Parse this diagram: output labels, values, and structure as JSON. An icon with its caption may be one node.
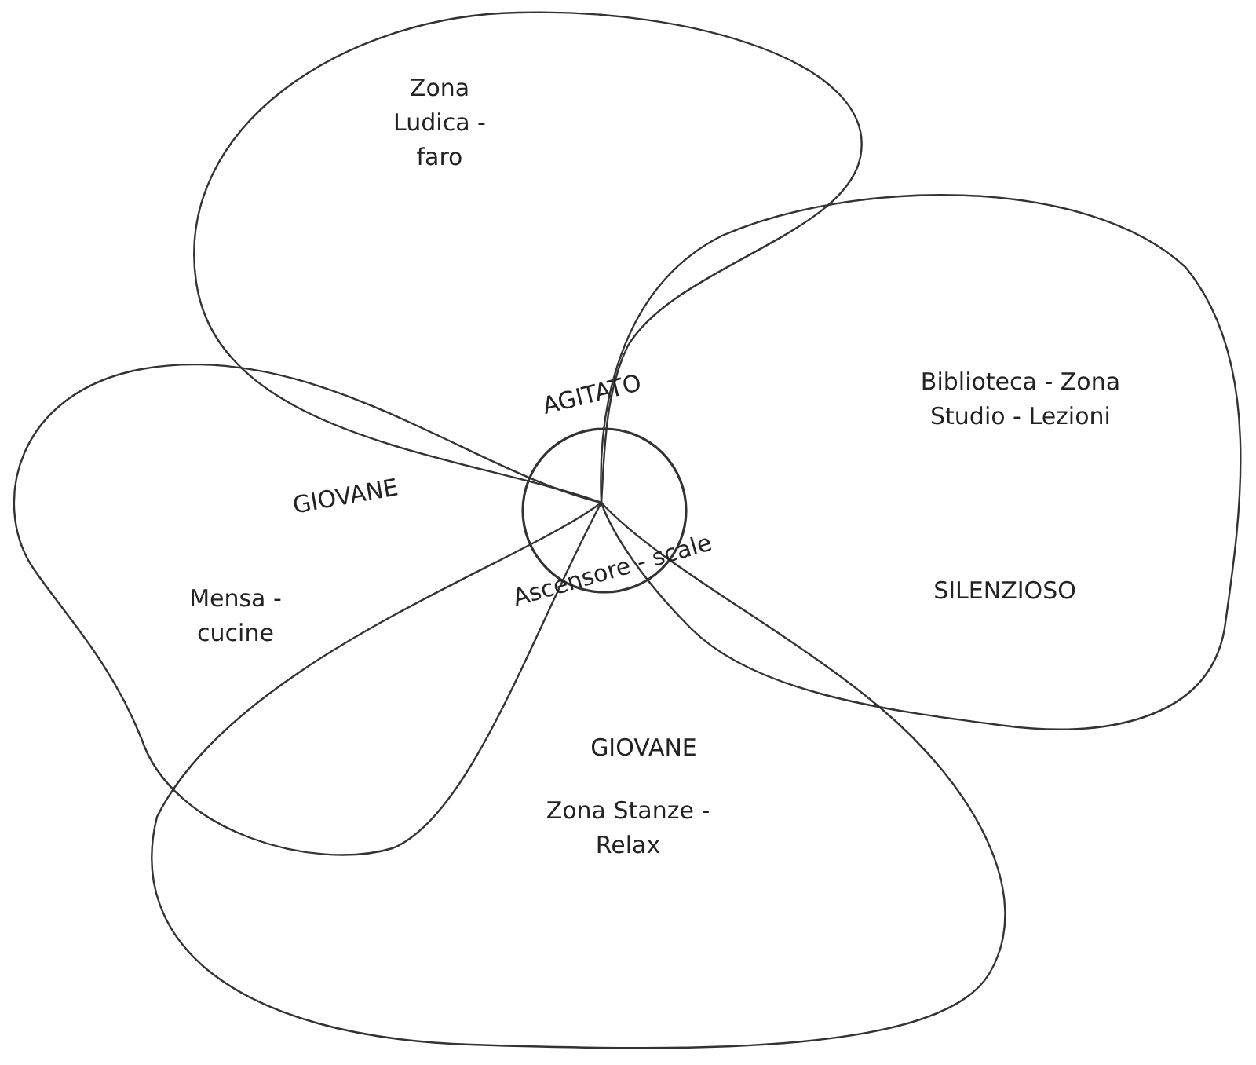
{
  "diagram": {
    "nodes": [
      {
        "text": [
          "Zona Ludica - faro",
          "AGITATO"
        ]
      },
      {
        "text": [
          "Biblioteca - Zona Studio - Lezioni",
          "SILENZIOSO"
        ]
      },
      {
        "text": [
          "GIOVANE",
          "Mensa - cucine"
        ]
      },
      {
        "text": [
          "GIOVANE",
          "Zona Stanze - Relax"
        ]
      },
      {
        "text": [
          "Ascensore - scale"
        ]
      }
    ],
    "edges": []
  }
}
